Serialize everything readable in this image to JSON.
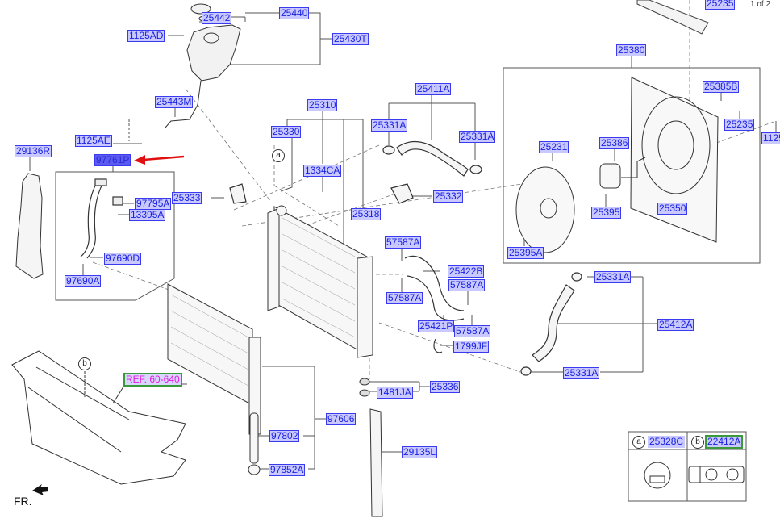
{
  "page_indicator": "1 of 2",
  "front_marker": "FR.",
  "selected_part": "97761P",
  "colors": {
    "label_text": "#1a22e0",
    "label_bg": "#c9c9ff",
    "label_border": "#3a3aef",
    "selected_bg": "#5b5bf0",
    "ref_text": "#e31ce3",
    "ref_border": "#3b9a3b",
    "arrow": "#e01010"
  },
  "labels": {
    "p25442": "25442",
    "p25440": "25440",
    "p1125AD": "1125AD",
    "p25430T": "25430T",
    "p25443M": "25443M",
    "p25235_top": "25235",
    "p25380": "25380",
    "p25385B": "25385B",
    "p25235": "25235",
    "p1125": "1125",
    "p25386": "25386",
    "p25231": "25231",
    "p25395": "25395",
    "p25350": "25350",
    "p25395A": "25395A",
    "p25310": "25310",
    "p25330": "25330",
    "p1334CA": "1334CA",
    "p25318": "25318",
    "p25411A": "25411A",
    "p25331A_1": "25331A",
    "p25331A_2": "25331A",
    "p25332": "25332",
    "p25333": "25333",
    "p1125AE": "1125AE",
    "p97761P": "97761P",
    "p29136R": "29136R",
    "p97795A": "97795A",
    "p13395A": "13395A",
    "p97690D": "97690D",
    "p97690A": "97690A",
    "p57587A_1": "57587A",
    "p25422B": "25422B",
    "p57587A_2": "57587A",
    "p57587A_3": "57587A",
    "p25421P": "25421P",
    "p57587A_4": "57587A",
    "p1799JF": "1799JF",
    "p25331A_3": "25331A",
    "p25412A": "25412A",
    "p25331A_4": "25331A",
    "p1481JA": "1481JA",
    "p25336": "25336",
    "p97606": "97606",
    "p97802": "97802",
    "p97852A": "97852A",
    "p29135L": "29135L",
    "ref": "REF. 60-640"
  },
  "callouts": {
    "a": "a",
    "b": "b"
  },
  "legend": {
    "a_marker": "a",
    "a_part": "25328C",
    "b_marker": "b",
    "b_part": "22412A"
  }
}
